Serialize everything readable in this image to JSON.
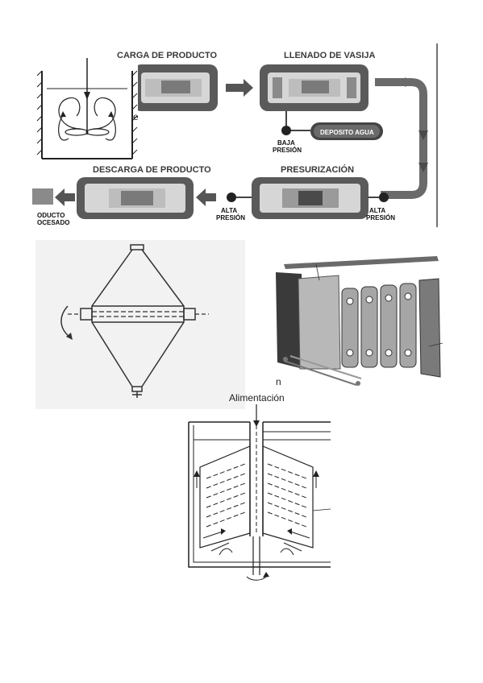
{
  "hpp": {
    "stage_load": "CARGA DE PRODUCTO",
    "stage_fill": "LLENADO DE VASIJA",
    "stage_pressurize": "PRESURIZACIÓN",
    "stage_unload": "DESCARGA DE PRODUCTO",
    "low_pressure_line1": "BAJA",
    "low_pressure_line2": "PRESIÓN",
    "water_tank": "DEPOSITO AGUA",
    "high_pressure_a_line1": "ALTA",
    "high_pressure_a_line2": "PRESIÓN",
    "high_pressure_b_line1": "ALTA",
    "high_pressure_b_line2": "PRESIÓN",
    "processed_line1": "ODUCTO",
    "processed_line2": "OCESADO"
  },
  "mixer": {
    "partial_label": "e"
  },
  "plate_exchanger": {
    "partial_label": "n"
  },
  "separator": {
    "feed_label": "Alimentación"
  }
}
